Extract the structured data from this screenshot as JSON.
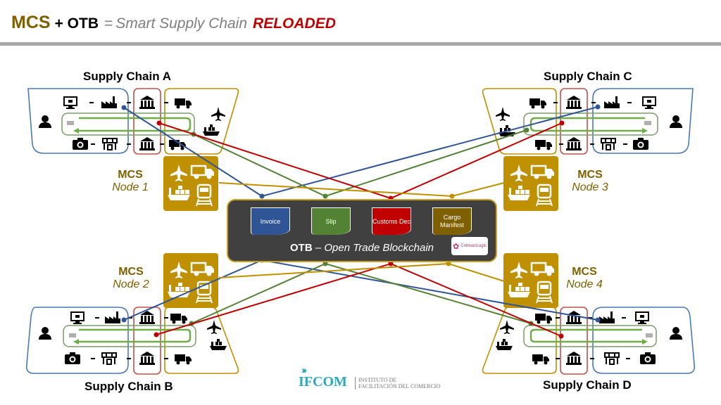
{
  "title": {
    "mcs": "MCS",
    "otb": "+ OTB",
    "equals": "=",
    "subtitle": "Smart Supply Chain",
    "reloaded": "RELOADED"
  },
  "supply_chains": {
    "a": "Supply Chain A",
    "b": "Supply Chain B",
    "c": "Supply Chain C",
    "d": "Supply Chain D"
  },
  "mcs_nodes": [
    {
      "label": "MCS",
      "name": "Node 1"
    },
    {
      "label": "MCS",
      "name": "Node 2"
    },
    {
      "label": "MCS",
      "name": "Node 3"
    },
    {
      "label": "MCS",
      "name": "Node 4"
    }
  ],
  "node_icons": [
    "airplane-icon",
    "truck-icon",
    "cargo-ship-icon",
    "train-icon"
  ],
  "chain_icons": [
    "person-icon",
    "computer-icon",
    "factory-icon",
    "bank-icon",
    "truck-icon",
    "airplane-icon",
    "ship-icon",
    "store-icon",
    "camera-icon",
    "money-icon"
  ],
  "otb": {
    "documents": [
      {
        "label": "Invoice",
        "color": "#2f5597"
      },
      {
        "label": "Slip",
        "color": "#548235"
      },
      {
        "label": "Customs Dec",
        "color": "#c00000"
      },
      {
        "label": "Cargo Manifest",
        "color": "#7f6000"
      }
    ],
    "caption_bold": "OTB",
    "caption_dash": "–",
    "caption_italic": "Open Trade Blockchain",
    "partner_logo": "CrimsonLogic"
  },
  "footer": {
    "logo": "IFCOM",
    "logo_line1": "INSTITUTO DE",
    "logo_line2": "FACILITACIÓN DEL COMERCIO"
  },
  "colors": {
    "blue": "#2f5597",
    "green": "#548235",
    "red": "#c00000",
    "gold": "#bf9000",
    "mcs_text": "#7f6000",
    "otb_bg": "#404040"
  }
}
